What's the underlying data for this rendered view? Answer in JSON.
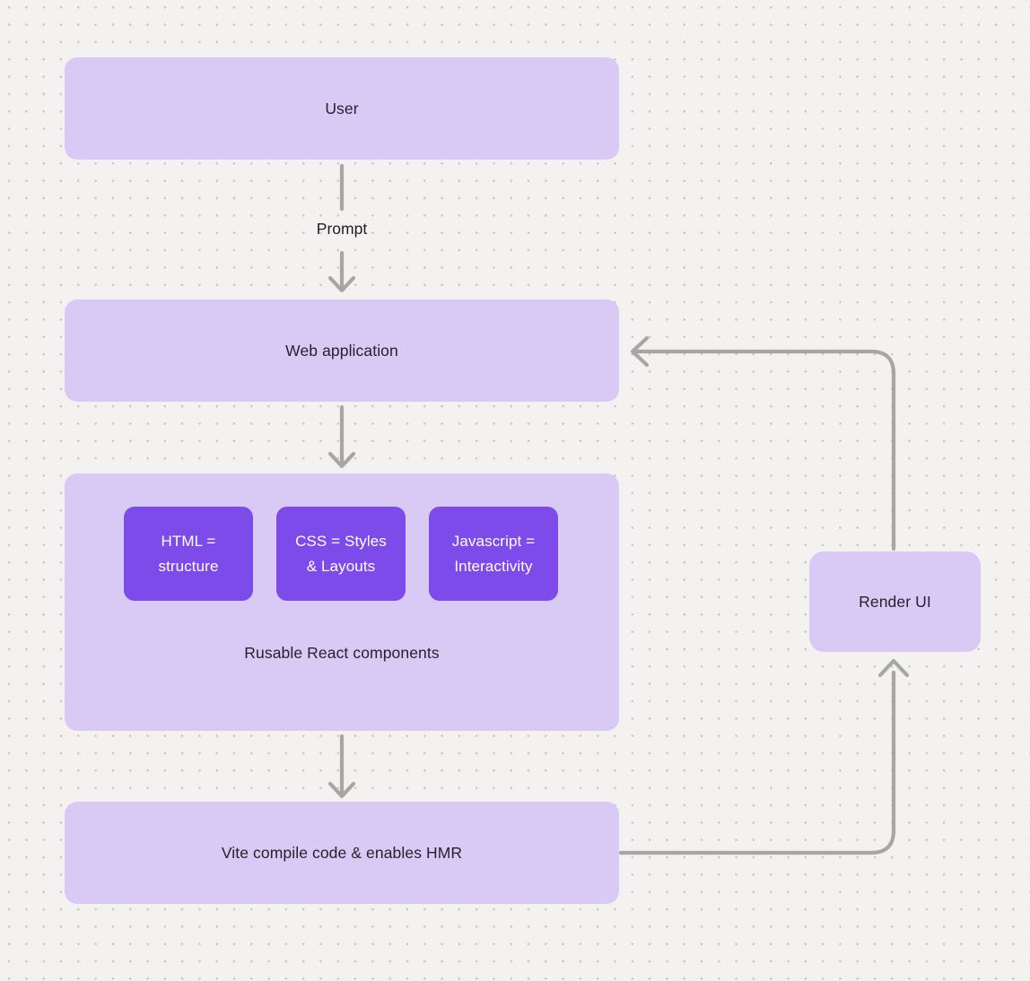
{
  "diagram": {
    "title_hint": "React + Vite web application flow",
    "nodes": {
      "user": {
        "label": "User"
      },
      "webapp": {
        "label": "Web application"
      },
      "components": {
        "label": "Rusable React components",
        "children": [
          {
            "label": "HTML = structure"
          },
          {
            "label": "CSS = Styles & Layouts"
          },
          {
            "label": "Javascript = Interactivity"
          }
        ]
      },
      "vite": {
        "label": "Vite compile code & enables HMR"
      },
      "render": {
        "label": "Render UI"
      }
    },
    "edges": [
      {
        "from": "user",
        "to": "webapp",
        "label": "Prompt",
        "direction": "down"
      },
      {
        "from": "webapp",
        "to": "components",
        "label": "",
        "direction": "down"
      },
      {
        "from": "components",
        "to": "vite",
        "label": "",
        "direction": "down"
      },
      {
        "from": "vite",
        "to": "render",
        "label": "",
        "direction": "right-then-up"
      },
      {
        "from": "render",
        "to": "webapp",
        "label": "",
        "direction": "up-then-left"
      }
    ],
    "colors": {
      "background": "#f3f2f0",
      "dot_grid": "#c8c6c4",
      "node_fill": "#d8c9f5",
      "child_fill": "#7c4be9",
      "child_text": "#ffffff",
      "node_text": "#26222c",
      "arrow": "#a8a6a4"
    }
  }
}
